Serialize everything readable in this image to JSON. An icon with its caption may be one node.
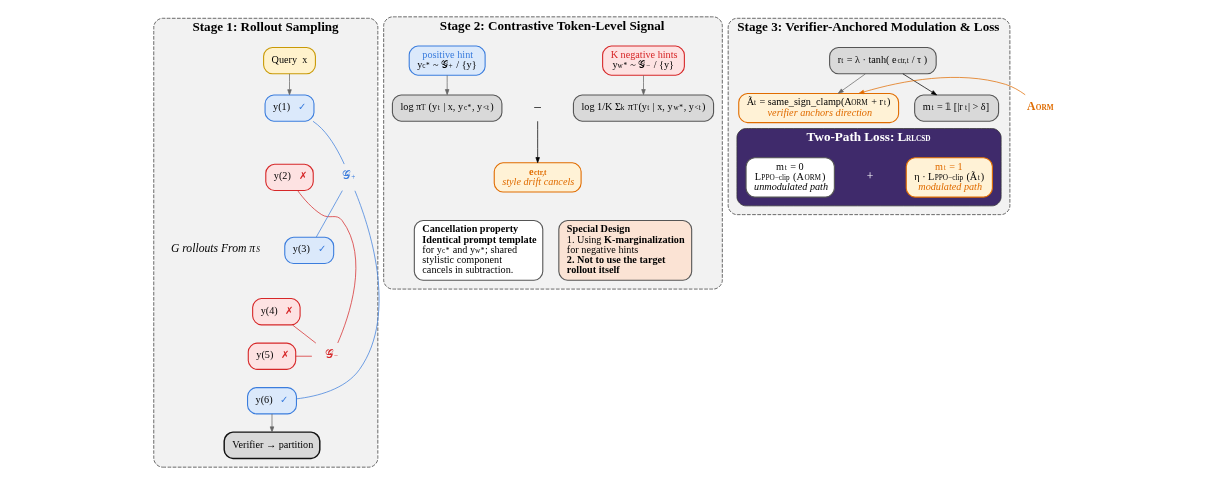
{
  "diagram": {
    "nodes": [
      {
        "text": [
          "Stage 1: Rollout Sampling"
        ]
      },
      {
        "text": [
          "Query  x"
        ],
        "in": 0
      },
      {
        "text": [
          "y(1)",
          "✓"
        ],
        "in": 0
      },
      {
        "text": [
          "y(2)",
          "✗"
        ],
        "in": 0
      },
      {
        "text": [
          "y(3)",
          "✓"
        ],
        "in": 0
      },
      {
        "text": [
          "y(4)",
          "✗"
        ],
        "in": 0
      },
      {
        "text": [
          "y(5)",
          "✗"
        ],
        "in": 0
      },
      {
        "text": [
          "y(6)",
          "✓"
        ],
        "in": 0
      },
      {
        "text": [
          "Verifier → partition"
        ],
        "in": 0
      },
      {
        "text": [
          "𝒢$^{+}$"
        ],
        "in": 0
      },
      {
        "text": [
          "𝒢$^{−}$"
        ],
        "in": 0
      },
      {
        "text": [
          "Stage 2: Contrastive Token-Level Signal"
        ]
      },
      {
        "text": [
          "positive hint",
          "y$_{c}$$^{*}$ ~ 𝒢$^{+}$ / {y}"
        ],
        "in": 11
      },
      {
        "text": [
          "K negative hints",
          "y$_{w}$$^{*}$ ~ 𝒢$^{−}$ / {y}"
        ],
        "in": 11
      },
      {
        "text": [
          "log π$_{T}$ (y$_{t}$ | x, y$_{c}$$^{*}$, y$_{<t}$)"
        ],
        "in": 11
      },
      {
        "text": [
          "−"
        ],
        "in": 11
      },
      {
        "text": [
          "log 1/K Σ$_{k}$ π$_{T}$(y$_{t}$ | x, y$_{w}$$^{*}$, y$_{<t}$)"
        ],
        "in": 11
      },
      {
        "text": [
          "e$_{ctr,t}$",
          "style drift cancels"
        ],
        "in": 11
      },
      {
        "text": [
          "Cancellation property",
          "**Identical prompt template** for y$_{c}$$^{*}$ and y$_{w}$$^{*}$; shared stylistic component cancels in subtraction."
        ],
        "in": 11
      },
      {
        "text": [
          "Special Design",
          "1. Using **K-marginalization** for negative hints",
          "2. Not to use the target rollout itself"
        ],
        "in": 11
      },
      {
        "text": [
          "Stage 3: Verifier-Anchored Modulation & Loss"
        ]
      },
      {
        "text": [
          "r$_{t}$ = λ · tanh( e$_{ctr,t}$ / τ )"
        ],
        "in": 20
      },
      {
        "text": [
          "Ã$_{t}$ = same_sign_clamp(A$_{ORM}$ + r$_{t}$)",
          "verifier anchors direction"
        ],
        "in": 20
      },
      {
        "text": [
          "m$_{t}$ = 𝟙 [|r$_{t}$| > δ]"
        ],
        "in": 20
      },
      {
        "text": [
          "Two-Path Loss: L$_{RLCSD}$"
        ],
        "in": 20
      },
      {
        "text": [
          "m$_{t}$ = 0",
          "L$_{PPO−clip}$ (A$_{ORM}$)",
          "unmodulated path"
        ],
        "in": 24
      },
      {
        "text": [
          "m$_{t}$ = 1",
          "η · L$_{PPO−clip}$ (Ã$_{t}$)",
          "modulated path"
        ],
        "in": 24
      },
      {
        "text": [
          "A$_{ORM}$"
        ]
      }
    ],
    "edges": [
      {
        "from": 1,
        "to": 2,
        "arrow": "to"
      },
      {
        "from": 2,
        "to": 9,
        "arrow": "none",
        "color": "#3b7ddd"
      },
      {
        "from": 4,
        "to": 9,
        "arrow": "none",
        "color": "#3b7ddd"
      },
      {
        "from": 7,
        "to": 9,
        "arrow": "none",
        "color": "#3b7ddd"
      },
      {
        "from": 3,
        "to": 10,
        "arrow": "none",
        "color": "#d62728"
      },
      {
        "from": 5,
        "to": 10,
        "arrow": "none",
        "color": "#d62728"
      },
      {
        "from": 6,
        "to": 10,
        "arrow": "none",
        "color": "#d62728"
      },
      {
        "from": 7,
        "to": 8,
        "arrow": "to"
      },
      {
        "from": 12,
        "to": 14,
        "arrow": "to"
      },
      {
        "from": 13,
        "to": 16,
        "arrow": "to"
      },
      {
        "from": 15,
        "to": 17,
        "arrow": "to",
        "color": "#000000"
      },
      {
        "from": 21,
        "to": 22,
        "arrow": "to"
      },
      {
        "from": 21,
        "to": 23,
        "arrow": "to",
        "color": "#000000"
      },
      {
        "from": 27,
        "to": 22,
        "arrow": "to",
        "color": "#e06c00"
      }
    ],
    "labels": [
      "G rollouts From π$_{S}$",
      "+"
    ]
  }
}
